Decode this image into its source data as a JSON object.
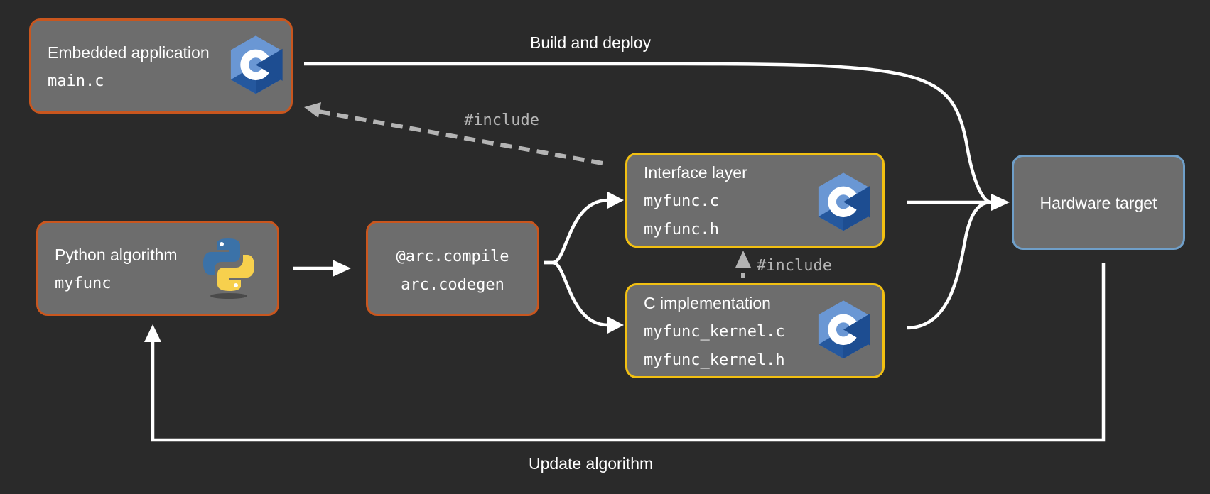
{
  "nodes": {
    "embedded": {
      "title": "Embedded application",
      "file": "main.c"
    },
    "python": {
      "title": "Python algorithm",
      "name": "myfunc"
    },
    "compiler": {
      "decorator": "@arc.compile",
      "module": "arc.codegen"
    },
    "interface": {
      "title": "Interface layer",
      "file_c": "myfunc.c",
      "file_h": "myfunc.h"
    },
    "implementation": {
      "title": "C implementation",
      "file_c": "myfunc_kernel.c",
      "file_h": "myfunc_kernel.h"
    },
    "hardware": {
      "title": "Hardware target"
    }
  },
  "edges": {
    "build_deploy": "Build and deploy",
    "include_main": "#include",
    "include_kernel": "#include",
    "update_algorithm": "Update algorithm"
  },
  "icons": [
    "c-language-icon",
    "python-icon"
  ],
  "colors": {
    "background": "#2a2a2a",
    "box_fill": "#6d6d6d",
    "python_side_border": "#c9561e",
    "c_code_border": "#f2c012",
    "hardware_border": "#6f9fc9",
    "arrow": "#ffffff",
    "include_arrow": "#b4b4b4"
  }
}
